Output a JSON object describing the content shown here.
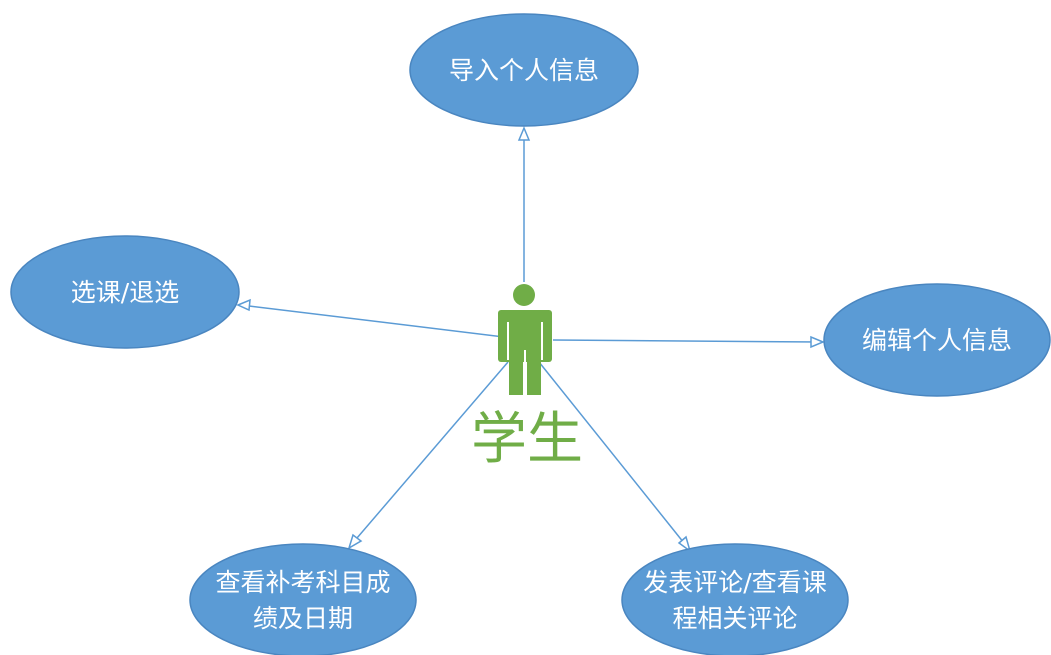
{
  "colors": {
    "ellipse_fill": "#5b9bd5",
    "ellipse_stroke": "#4a86c0",
    "connector": "#5b9bd5",
    "actor": "#70ad47",
    "text": "#ffffff"
  },
  "actor": {
    "label": "学生",
    "icon": "person-icon"
  },
  "use_cases": {
    "import_info": {
      "label": "导入个人信息"
    },
    "select_course": {
      "label": "选课/退选"
    },
    "edit_info": {
      "label": "编辑个人信息"
    },
    "view_makeup": {
      "line1": "查看补考科目成",
      "line2": "绩及日期"
    },
    "comments": {
      "line1": "发表评论/查看课",
      "line2": "程相关评论"
    }
  }
}
